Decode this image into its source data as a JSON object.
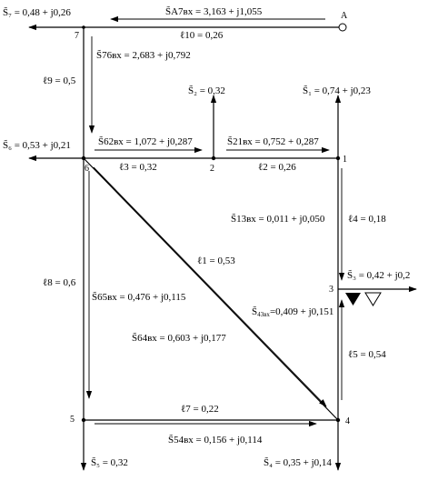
{
  "nodes": {
    "a": "A",
    "n1": "1",
    "n2": "2",
    "n3": "3",
    "n4": "4",
    "n5": "5",
    "n6": "6",
    "n7": "7"
  },
  "loads": {
    "s7": "S̃₇ = 0,48 + j0,26",
    "s1": "S̃₁ = 0,74 + j0,23",
    "s2": "S̃₂ = 0,32",
    "s6": "S̃₆ = 0,53 + j0,21",
    "s3": "S̃₃ = 0,42 + j0,2",
    "s5": "S̃₅ = 0,32",
    "s4": "S̃₄ = 0,35 + j0,14"
  },
  "flows": {
    "a7": "S̃A7вх = 3,163 + j1,055",
    "f76": "S̃76вх = 2,683 + j0,792",
    "f62": "S̃62вх = 1,072 + j0,287",
    "f21": "S̃21вх = 0,752 + 0,287",
    "f13": "S̃13вх = 0,011 + j0,050",
    "f65": "S̃65вх = 0,476 + j0,115",
    "f64": "S̃64вх = 0,603 + j0,177",
    "f43_pre": "S̃",
    "f43_sub": "43вх",
    "f43_val": "=0,409 + j0,151",
    "f54": "S̃54вх = 0,156 + j0,114"
  },
  "lengths": {
    "l10": "ℓ10 = 0,26",
    "l9": "ℓ9 = 0,5",
    "l3": "ℓ3 = 0,32",
    "l2": "ℓ2 = 0,26",
    "l4": "ℓ4 = 0,18",
    "l1": "ℓ1 = 0,53",
    "l8": "ℓ8 = 0,6",
    "l5": "ℓ5 = 0,54",
    "l7": "ℓ7 = 0,22"
  }
}
